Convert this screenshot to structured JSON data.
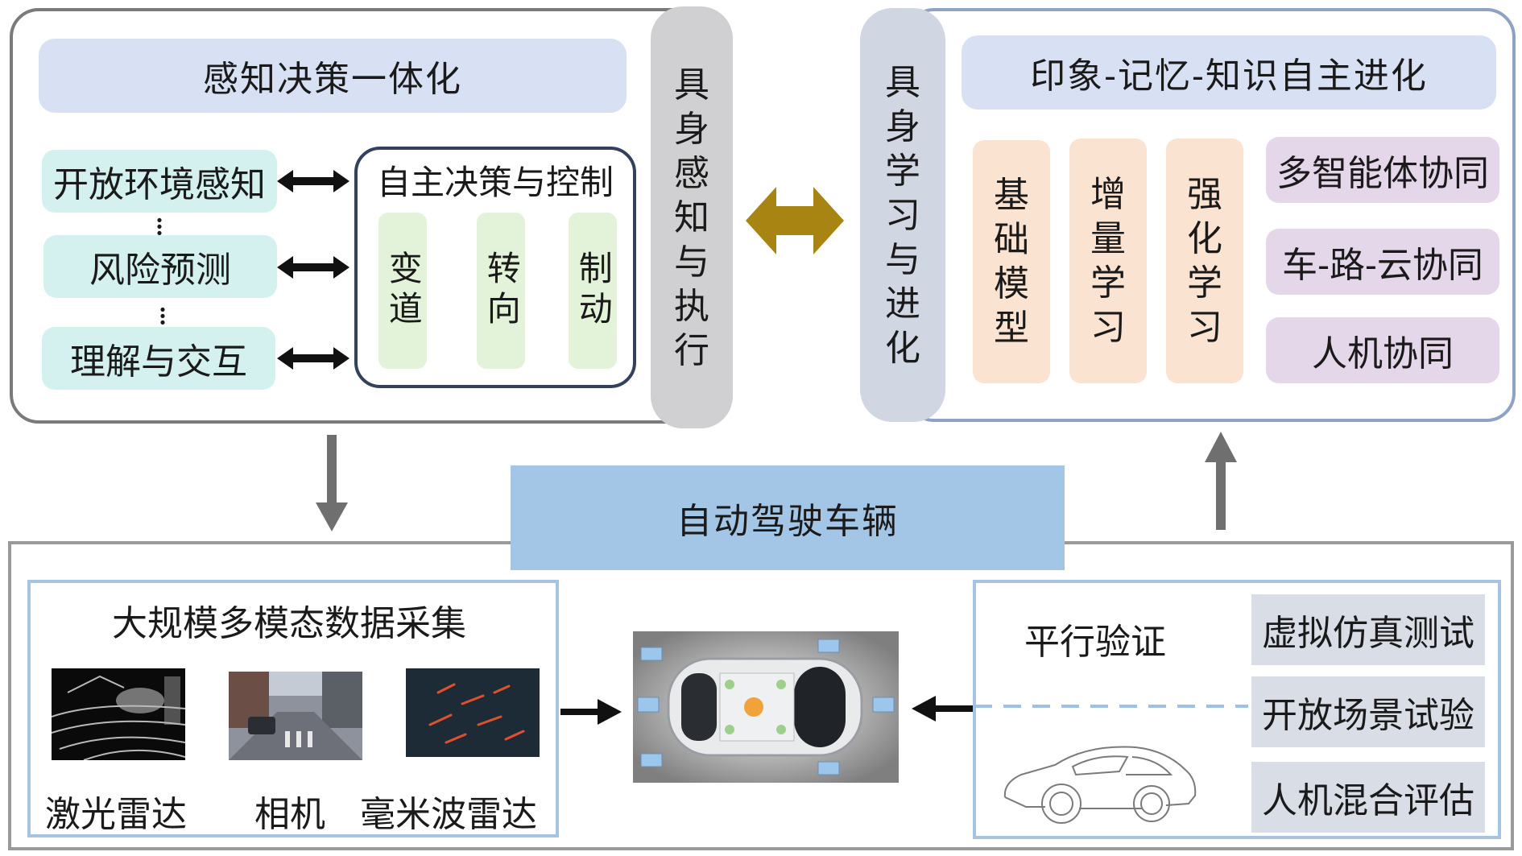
{
  "perception": {
    "title": "感知决策一体化",
    "items": [
      "开放环境感知",
      "风险预测",
      "理解与交互"
    ],
    "decision_title": "自主决策与控制",
    "actions": [
      "变道",
      "转向",
      "制动"
    ]
  },
  "embodied_perception": {
    "label": [
      "具",
      "身",
      "感",
      "知",
      "与",
      "执",
      "行"
    ]
  },
  "embodied_learning": {
    "label": [
      "具",
      "身",
      "学",
      "习",
      "与",
      "进",
      "化"
    ]
  },
  "evolution": {
    "title": "印象-记忆-知识自主进化",
    "methods": [
      [
        "基",
        "础",
        "模",
        "型"
      ],
      [
        "增",
        "量",
        "学",
        "习"
      ],
      [
        "强",
        "化",
        "学",
        "习"
      ]
    ],
    "collab": [
      "多智能体协同",
      "车-路-云协同",
      "人机协同"
    ]
  },
  "vehicle": {
    "title": "自动驾驶车辆"
  },
  "collection": {
    "title": "大规模多模态数据采集",
    "sensors": [
      "激光雷达",
      "相机",
      "毫米波雷达"
    ]
  },
  "validation": {
    "label": "平行验证",
    "items": [
      "虚拟仿真测试",
      "开放场景试验",
      "人机混合评估"
    ]
  },
  "colors": {
    "gold_arrow": "#a88412",
    "header": "#d8e1f4",
    "cyan": "#d4f1ef",
    "green": "#e3f3d9",
    "peach": "#fbe3d2",
    "purple": "#e4d7ea",
    "center": "#a4c6e6"
  }
}
